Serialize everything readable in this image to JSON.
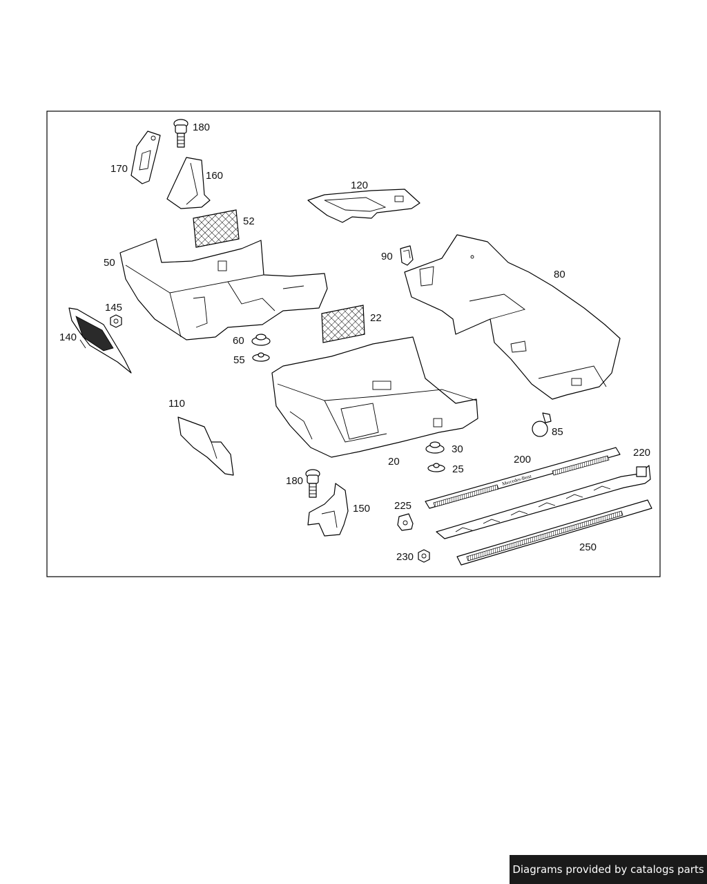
{
  "diagram": {
    "colors": {
      "line": "#000000",
      "background": "#ffffff",
      "badge_bg": "#1a1a1a",
      "badge_text": "#ffffff"
    },
    "callouts": {
      "c180a": "180",
      "c170": "170",
      "c160": "160",
      "c52": "52",
      "c120": "120",
      "c50": "50",
      "c90": "90",
      "c80": "80",
      "c145": "145",
      "c140": "140",
      "c22": "22",
      "c60": "60",
      "c55": "55",
      "c110": "110",
      "c85": "85",
      "c30": "30",
      "c200": "200",
      "c220": "220",
      "c20": "20",
      "c25": "25",
      "c180b": "180",
      "c225": "225",
      "c150": "150",
      "c230": "230",
      "c250": "250"
    },
    "sill_plate_text": "Mercedes-Benz"
  },
  "footer": {
    "credit": "Diagrams provided by catalogs parts"
  }
}
